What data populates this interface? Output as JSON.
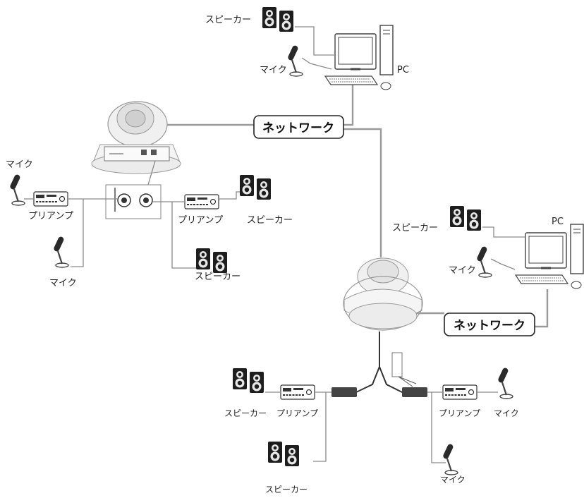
{
  "labels": {
    "speaker": "スピーカー",
    "mic": "マイク",
    "preamp": "プリアンプ",
    "pc": "PC",
    "network": "ネットワーク"
  }
}
